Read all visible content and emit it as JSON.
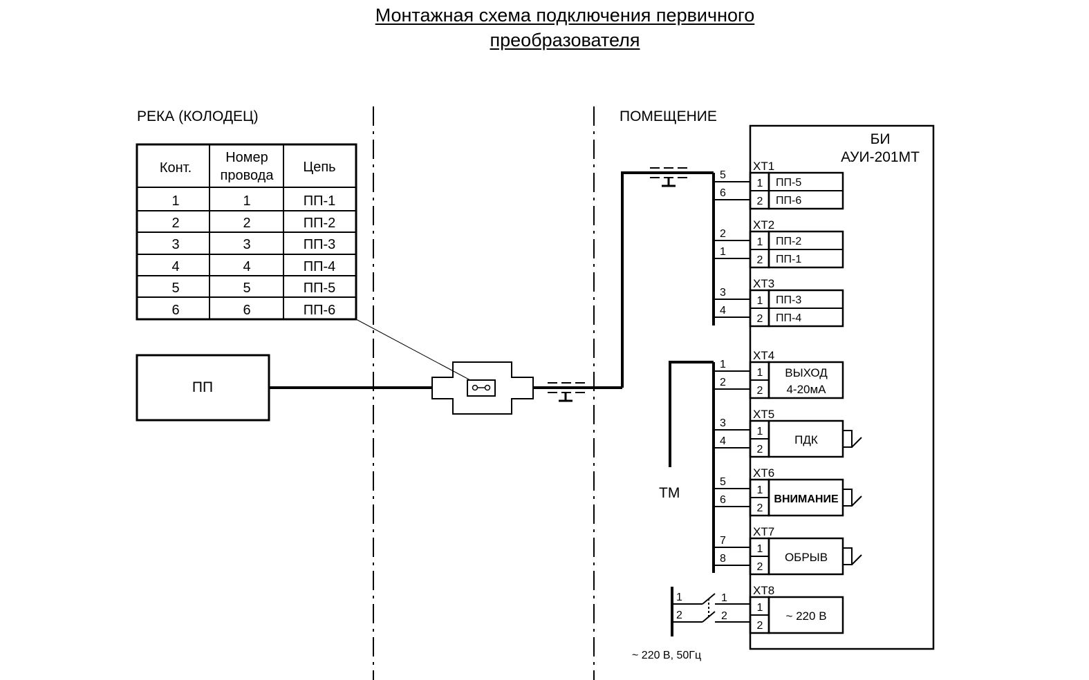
{
  "title": {
    "line1": "Монтажная схема подключения первичного",
    "line2": "преобразователя"
  },
  "zones": {
    "left": "РЕКА (КОЛОДЕЦ)",
    "right": "ПОМЕЩЕНИЕ"
  },
  "table": {
    "headers": {
      "cont": "Конт.",
      "wire_line1": "Номер",
      "wire_line2": "провода",
      "circuit": "Цепь"
    },
    "rows": [
      [
        "1",
        "1",
        "ПП-1"
      ],
      [
        "2",
        "2",
        "ПП-2"
      ],
      [
        "3",
        "3",
        "ПП-3"
      ],
      [
        "4",
        "4",
        "ПП-4"
      ],
      [
        "5",
        "5",
        "ПП-5"
      ],
      [
        "6",
        "6",
        "ПП-6"
      ]
    ]
  },
  "sensor_label": "ПП",
  "unit": {
    "line1": "БИ",
    "line2": "АУИ-201МТ"
  },
  "tm_label": "ТМ",
  "mains_label": "~ 220 В, 50Гц",
  "blocks": [
    {
      "name": "ХТ1",
      "wires": [
        "5",
        "6"
      ],
      "pins": [
        "1",
        "2"
      ],
      "labels": [
        "ПП-5",
        "ПП-6"
      ]
    },
    {
      "name": "ХТ2",
      "wires": [
        "2",
        "1"
      ],
      "pins": [
        "1",
        "2"
      ],
      "labels": [
        "ПП-2",
        "ПП-1"
      ]
    },
    {
      "name": "ХТ3",
      "wires": [
        "3",
        "4"
      ],
      "pins": [
        "1",
        "2"
      ],
      "labels": [
        "ПП-3",
        "ПП-4"
      ]
    },
    {
      "name": "ХТ4",
      "wires": [
        "1",
        "2"
      ],
      "pins": [
        "1",
        "2"
      ],
      "label_line1": "ВЫХОД",
      "label_line2": "4-20мА"
    },
    {
      "name": "ХТ5",
      "wires": [
        "3",
        "4"
      ],
      "pins": [
        "1",
        "2"
      ],
      "label": "ПДК"
    },
    {
      "name": "ХТ6",
      "wires": [
        "5",
        "6"
      ],
      "pins": [
        "1",
        "2"
      ],
      "label": "ВНИМАНИЕ"
    },
    {
      "name": "ХТ7",
      "wires": [
        "7",
        "8"
      ],
      "pins": [
        "1",
        "2"
      ],
      "label": "ОБРЫВ"
    },
    {
      "name": "ХТ8",
      "wires": [
        "1",
        "2"
      ],
      "pins": [
        "1",
        "2"
      ],
      "label": "~ 220 В"
    }
  ],
  "mains_wires": [
    "1",
    "2"
  ]
}
